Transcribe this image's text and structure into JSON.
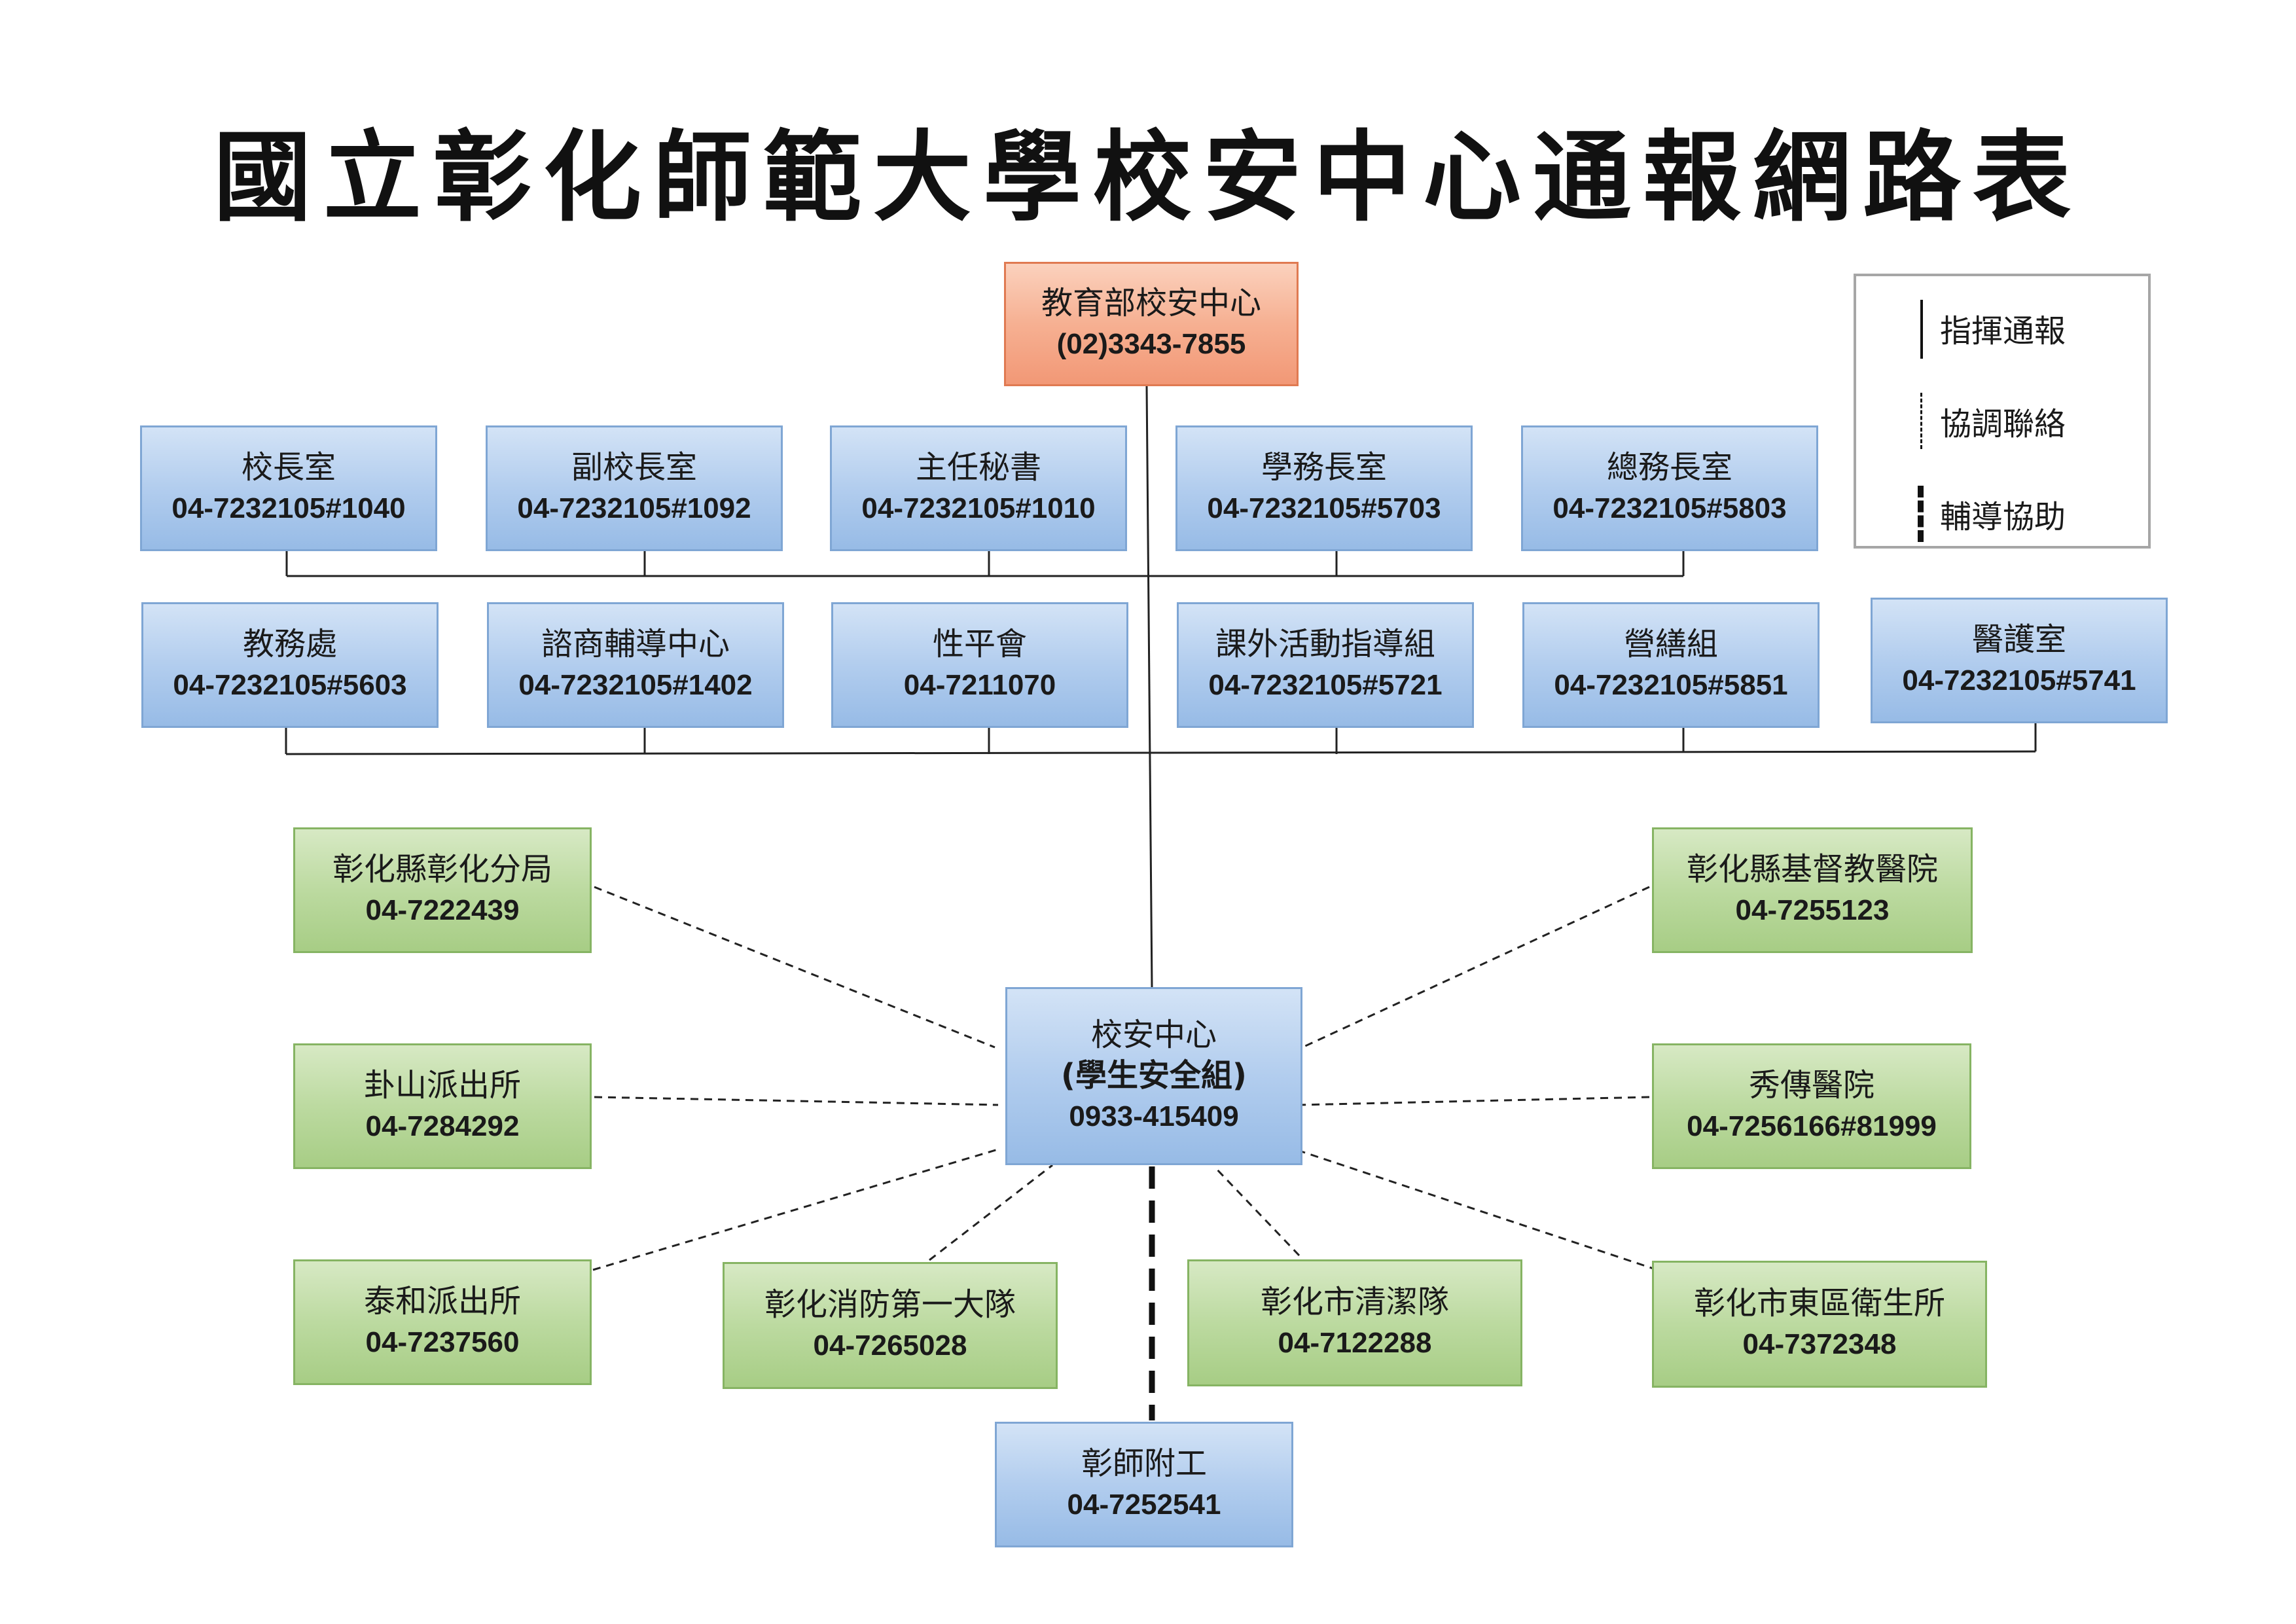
{
  "title": "國立彰化師範大學校安中心通報網路表",
  "legend": {
    "command": "指揮通報",
    "coordinate": "協調聯絡",
    "assist": "輔導協助"
  },
  "nodes": {
    "moe": {
      "name": "教育部校安中心",
      "phone": "(02)3343-7855"
    },
    "row1": [
      {
        "name": "校長室",
        "phone": "04-7232105#1040"
      },
      {
        "name": "副校長室",
        "phone": "04-7232105#1092"
      },
      {
        "name": "主任秘書",
        "phone": "04-7232105#1010"
      },
      {
        "name": "學務長室",
        "phone": "04-7232105#5703"
      },
      {
        "name": "總務長室",
        "phone": "04-7232105#5803"
      }
    ],
    "row2": [
      {
        "name": "教務處",
        "phone": "04-7232105#5603"
      },
      {
        "name": "諮商輔導中心",
        "phone": "04-7232105#1402"
      },
      {
        "name": "性平會",
        "phone": "04-7211070"
      },
      {
        "name": "課外活動指導組",
        "phone": "04-7232105#5721"
      },
      {
        "name": "營繕組",
        "phone": "04-7232105#5851"
      },
      {
        "name": "醫護室",
        "phone": "04-7232105#5741"
      }
    ],
    "center": {
      "name": "校安中心",
      "sub": "(學生安全組)",
      "phone": "0933-415409"
    },
    "external": {
      "police_bureau": {
        "name": "彰化縣彰化分局",
        "phone": "04-7222439"
      },
      "guashan": {
        "name": "卦山派出所",
        "phone": "04-7284292"
      },
      "taihe": {
        "name": "泰和派出所",
        "phone": "04-7237560"
      },
      "fire": {
        "name": "彰化消防第一大隊",
        "phone": "04-7265028"
      },
      "cleaning": {
        "name": "彰化市清潔隊",
        "phone": "04-7122288"
      },
      "christian_hospital": {
        "name": "彰化縣基督教醫院",
        "phone": "04-7255123"
      },
      "show_chwan": {
        "name": "秀傳醫院",
        "phone": "04-7256166#81999"
      },
      "east_health": {
        "name": "彰化市東區衛生所",
        "phone": "04-7372348"
      }
    },
    "affiliated": {
      "name": "彰師附工",
      "phone": "04-7252541"
    }
  }
}
